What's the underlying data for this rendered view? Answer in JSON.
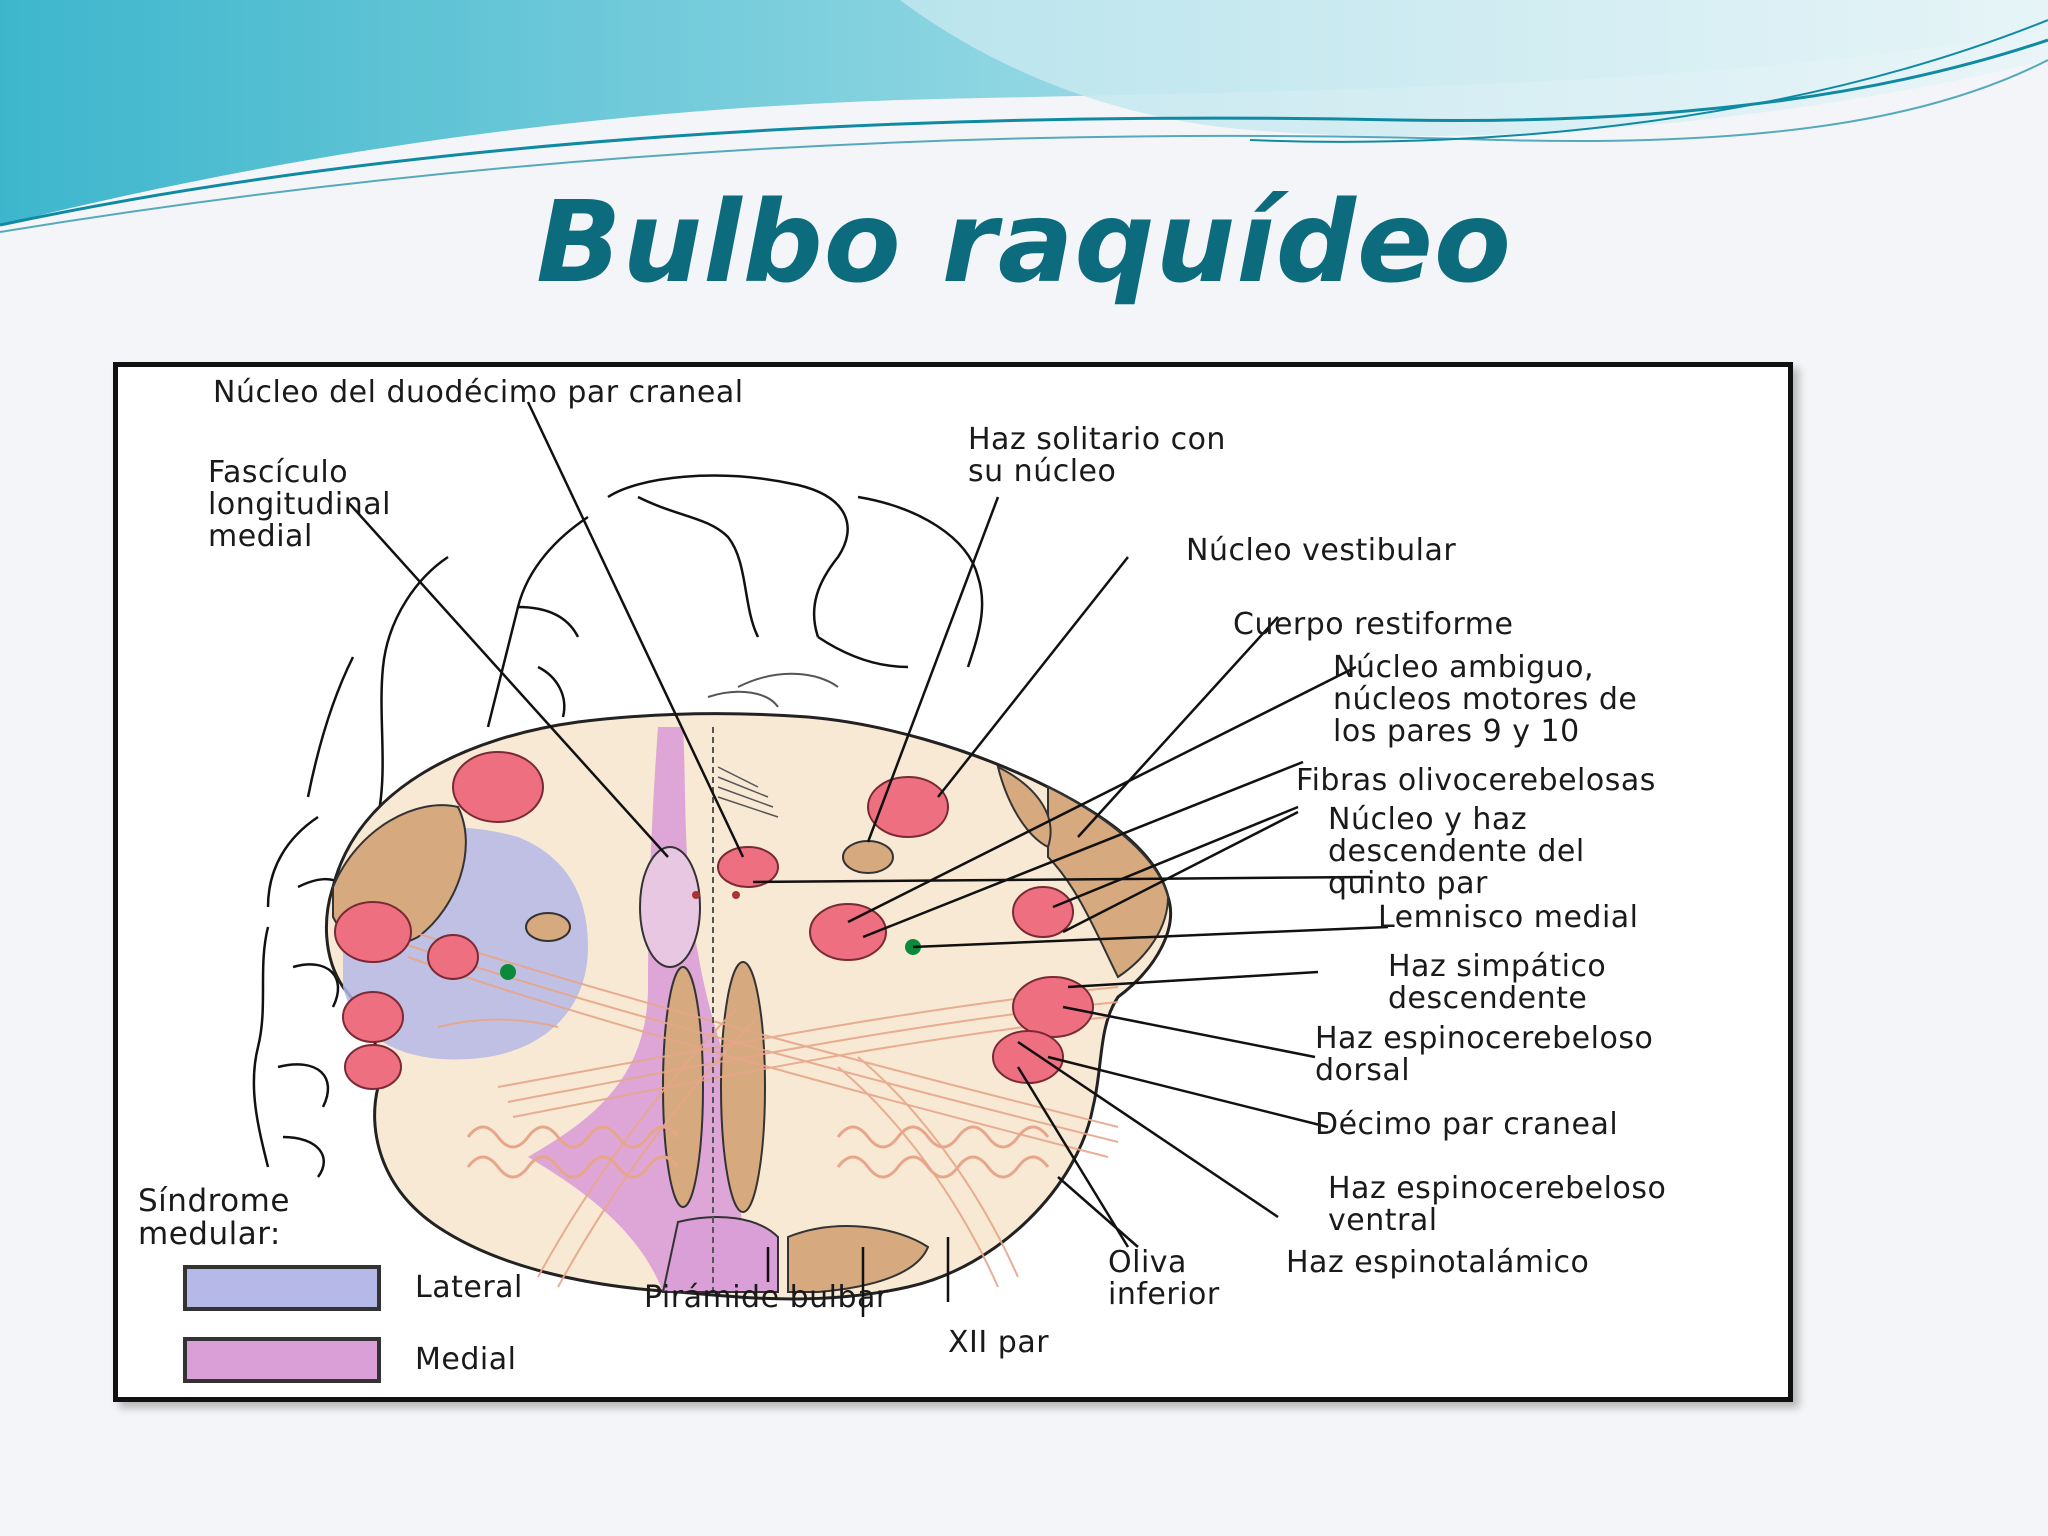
{
  "slide": {
    "title": "Bulbo raquídeo"
  },
  "colors": {
    "title": "#0d6b7e",
    "wave_dark": "#0f8aa3",
    "wave_light": "#7ad0de",
    "lateral_zone": "#b6b9e8",
    "medial_zone": "#d99fd6",
    "tract_tan": "#d6a97f",
    "nucleus_pink": "#ee6f80",
    "medulla_fill": "#f8e9d4",
    "marker_green": "#0a8a3a"
  },
  "diagram": {
    "labels": {
      "hypoglossal_nucleus": "Núcleo del duodécimo par craneal",
      "mlf": "Fascículo\nlongitudinal\nmedial",
      "solitary": "Haz solitario con\nsu núcleo",
      "vestibular": "Núcleo vestibular",
      "restiform": "Cuerpo restiforme",
      "ambiguus": "Núcleo ambiguo,\nnúcleos motores de\nlos pares 9 y 10",
      "olivocerebellar": "Fibras olivocerebelosas",
      "trigeminal": "Núcleo y haz\ndescendente del\nquinto par",
      "lemniscus": "Lemnisco medial",
      "sympathetic": "Haz simpático\ndescendente",
      "dorsal_spinocerebellar": "Haz espinocerebeloso\ndorsal",
      "vagus": "Décimo par craneal",
      "ventral_spinocerebellar": "Haz espinocerebeloso\nventral",
      "spinothalamic": "Haz espinotalámico",
      "inferior_olive": "Oliva\ninferior",
      "twelfth_nerve": "XII par",
      "pyramid": "Pirámide bulbar"
    },
    "legend": {
      "title": "Síndrome\nmedular:",
      "lateral": "Lateral",
      "medial": "Medial"
    }
  }
}
